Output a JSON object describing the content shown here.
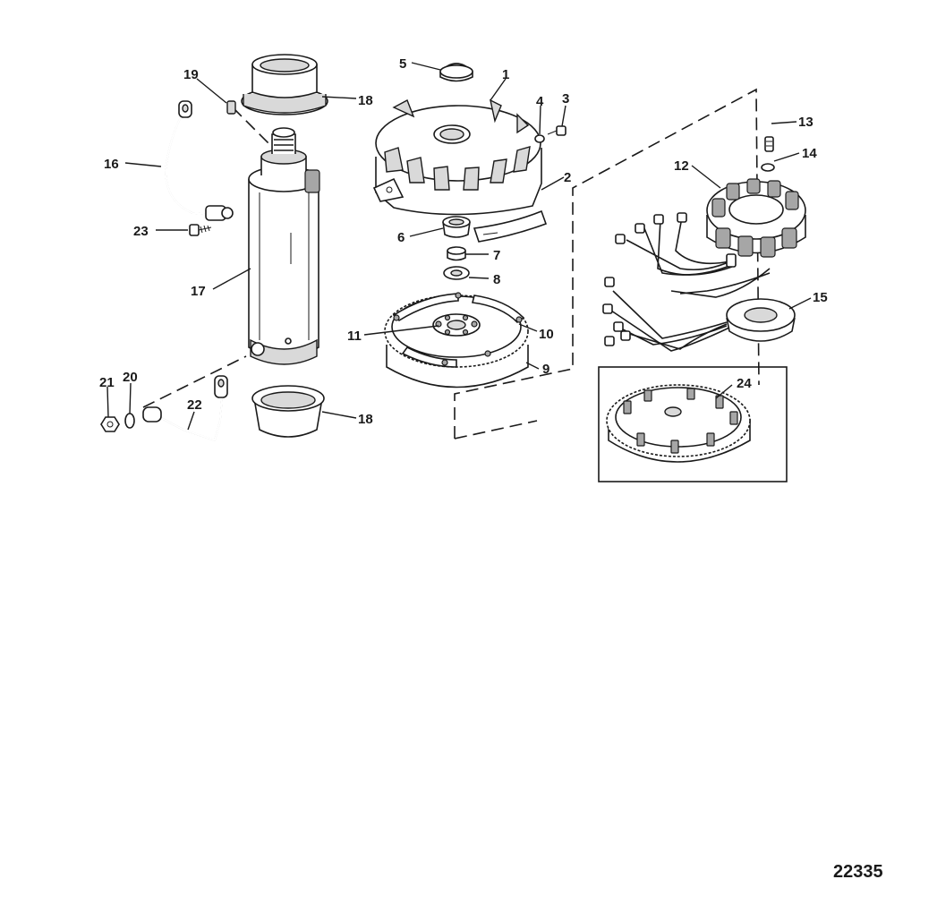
{
  "figure_number": "22335",
  "part_labels": [
    "1",
    "2",
    "3",
    "4",
    "5",
    "6",
    "7",
    "8",
    "9",
    "10",
    "11",
    "12",
    "13",
    "14",
    "15",
    "16",
    "17",
    "18",
    "18",
    "19",
    "20",
    "21",
    "22",
    "23",
    "24"
  ]
}
